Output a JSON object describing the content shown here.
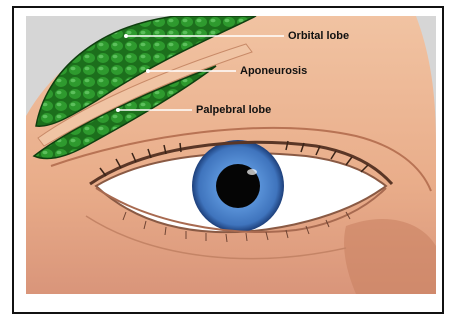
{
  "labels": {
    "orbital_lobe": "Orbital lobe",
    "aponeurosis": "Aponeurosis",
    "palpebral_lobe": "Palpebral lobe"
  },
  "colors": {
    "background": "#d9d9d9",
    "skin": "#eab08e",
    "skin_shadow": "#c98262",
    "gland": "#1f7a1f",
    "iris": "#4f87d0",
    "pupil": "#050505",
    "sclera": "#ffffff"
  }
}
